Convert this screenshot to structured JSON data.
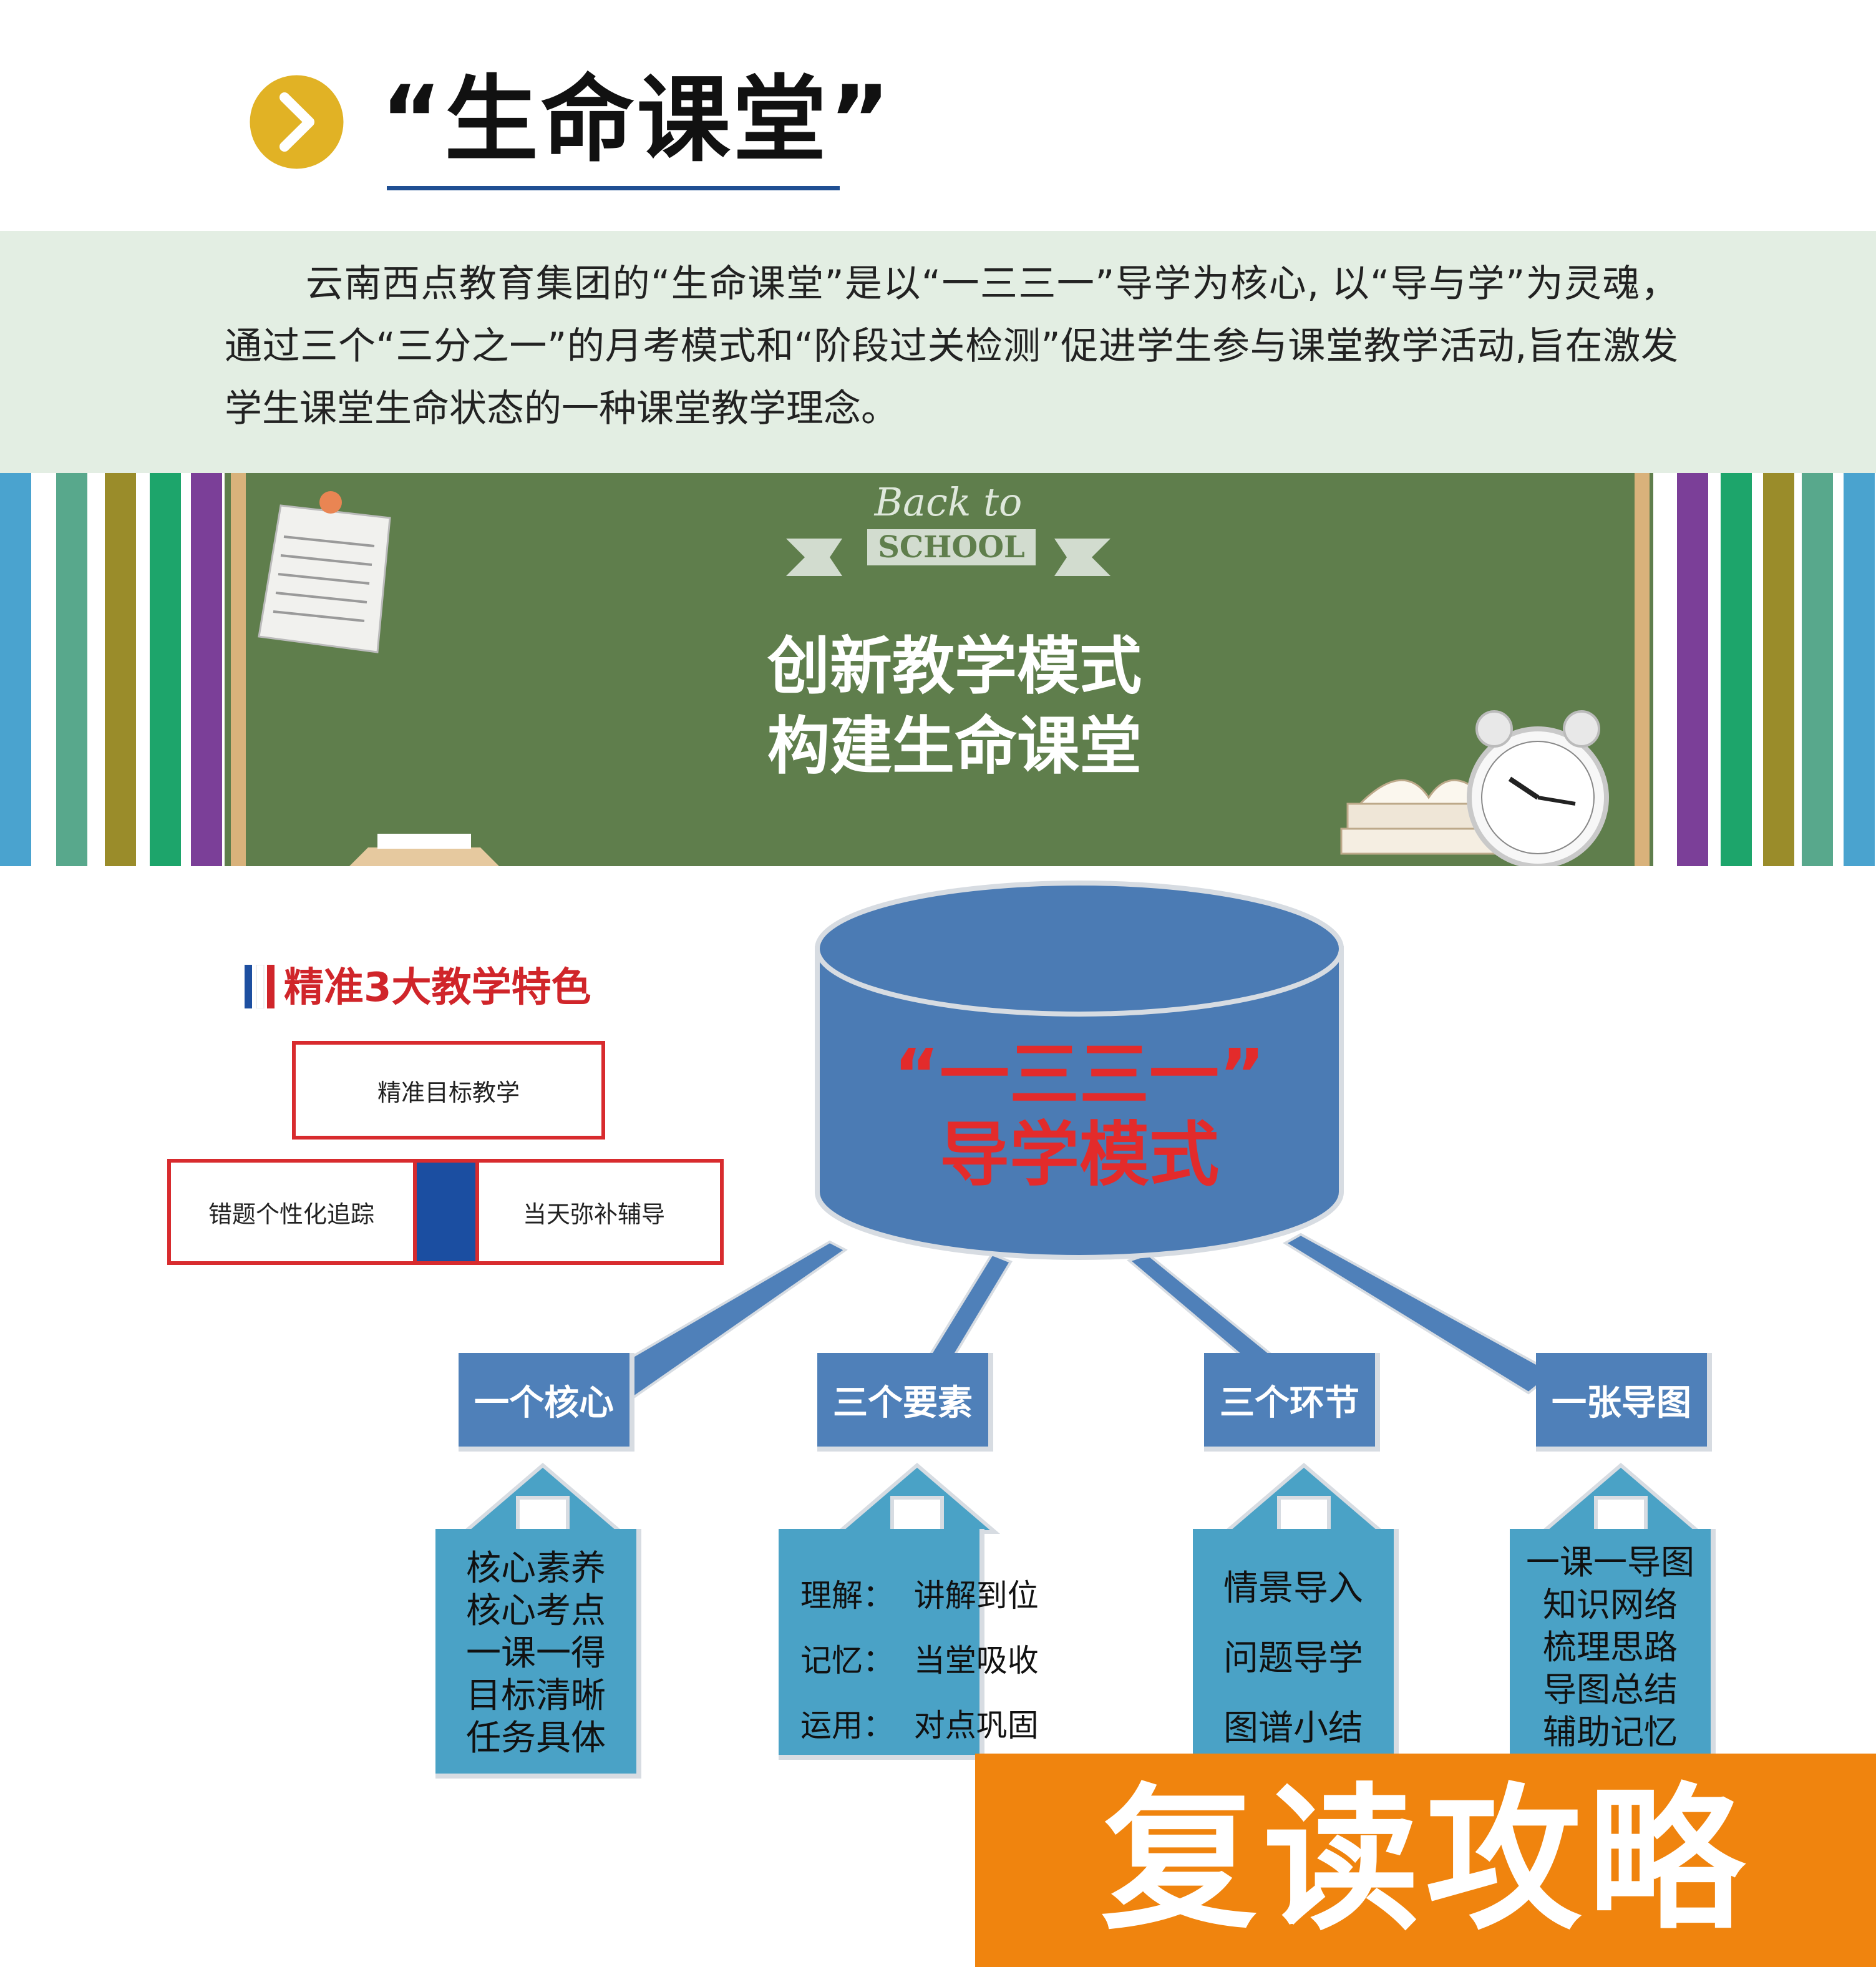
{
  "header": {
    "title": "“生命课堂”",
    "colors": {
      "chevron_circle": "#e1b225",
      "underline": "#1f4f93"
    }
  },
  "intro": {
    "text": "云南西点教育集团的“生命课堂”是以“一三三一”导学为核心, 以“导与学”为灵魂，通过三个“三分之一”的月考模式和“阶段过关检测”促进学生参与课堂教学活动,旨在激发学生课堂生命状态的一种课堂教学理念。",
    "background": "#e3eee3"
  },
  "banner": {
    "line1": "创新教学模式",
    "line2": "构建生命课堂",
    "back_to": "Back to",
    "school": "SCHOOL",
    "board_color": "#5f7e4c"
  },
  "features": {
    "heading": "精准3大教学特色",
    "items": [
      "精准目标教学",
      "错题个性化追踪",
      "当天弥补辅导"
    ],
    "accent": "#d82b2e"
  },
  "diagram": {
    "center": {
      "line1": "“一三三一”",
      "line2": "导学模式"
    },
    "branches": [
      {
        "title": "一个核心",
        "details": [
          "核心素养",
          "核心考点",
          "一课一得",
          "目标清晰",
          "任务具体"
        ]
      },
      {
        "title": "三个要素",
        "details": [
          "理解：  讲解到位",
          "记忆：  当堂吸收",
          "运用：  对点巩固"
        ]
      },
      {
        "title": "三个环节",
        "details": [
          "情景导入",
          "问题导学",
          "图谱小结"
        ]
      },
      {
        "title": "一张导图",
        "details": [
          "一课一导图",
          "知识网络",
          "梳理思路",
          "导图总结",
          "辅助记忆"
        ]
      }
    ],
    "colors": {
      "cylinder": "#4b7bb4",
      "branch": "#4f80b9",
      "detail": "#4aa2c6",
      "center_text": "#e32b2b"
    }
  },
  "badge": {
    "text": "复读攻略",
    "background": "#f0840e"
  }
}
